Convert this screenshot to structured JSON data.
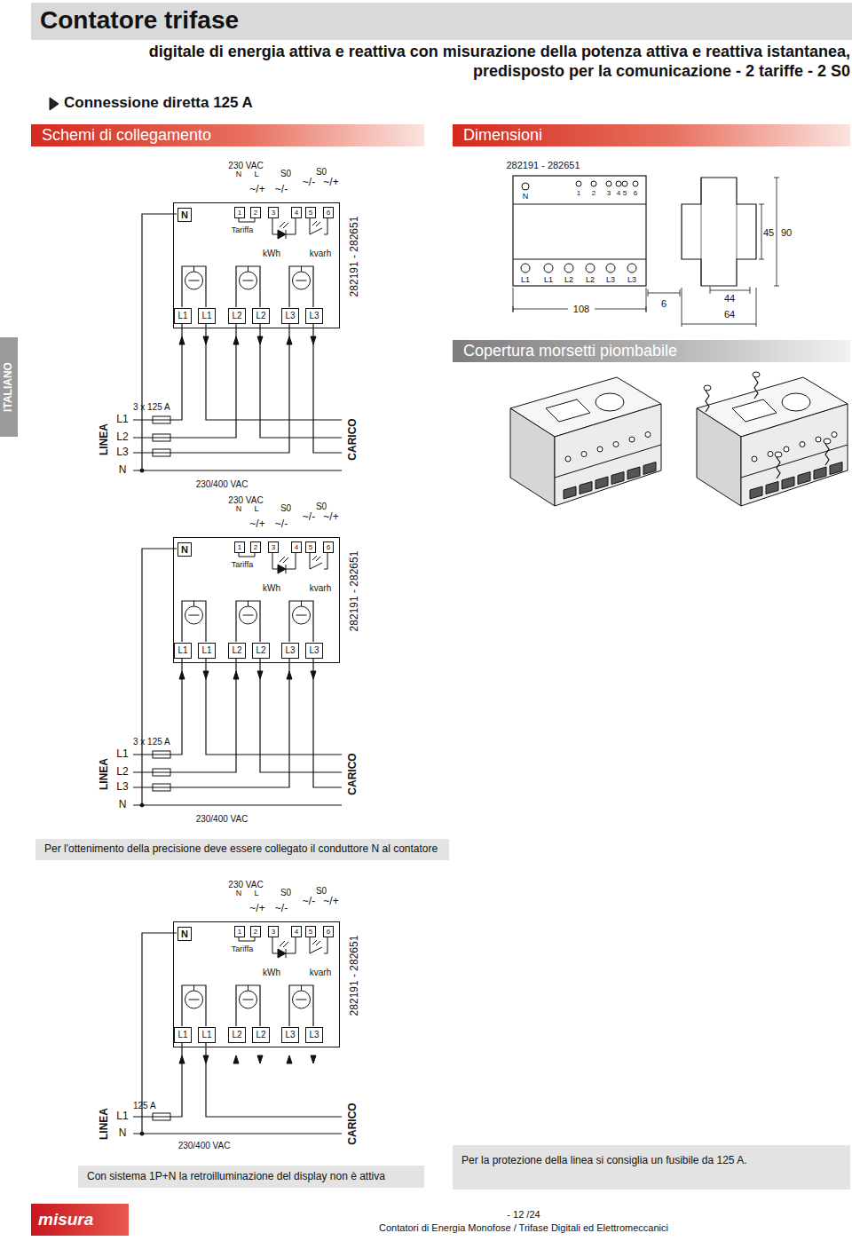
{
  "diagram": {
    "title": "Contatore trifase",
    "nodes": [
      {
        "text": [
          "Schemi di collegamento"
        ]
      },
      {
        "text": [
          "Dimensioni"
        ]
      },
      {
        "text": [
          "Copertura morsetti piombabile"
        ]
      },
      {
        "text": [
          "ITALIANO"
        ]
      },
      {
        "text": [
          "Tariffa",
          "kWh",
          "kvarh",
          "282191 - 282651"
        ]
      },
      {
        "text": [
          "N"
        ],
        "in": 4
      },
      {
        "text": [
          "1"
        ],
        "in": 4
      },
      {
        "text": [
          "2"
        ],
        "in": 4
      },
      {
        "text": [
          "3"
        ],
        "in": 4
      },
      {
        "text": [
          "4"
        ],
        "in": 4
      },
      {
        "text": [
          "5"
        ],
        "in": 4
      },
      {
        "text": [
          "6"
        ],
        "in": 4
      },
      {
        "text": [
          "L1"
        ],
        "in": 4
      },
      {
        "text": [
          "L1"
        ],
        "in": 4
      },
      {
        "text": [
          "L2"
        ],
        "in": 4
      },
      {
        "text": [
          "L2"
        ],
        "in": 4
      },
      {
        "text": [
          "L3"
        ],
        "in": 4
      },
      {
        "text": [
          "L3"
        ],
        "in": 4
      },
      {
        "text": [
          "Tariffa",
          "kWh",
          "kvarh",
          "282191 - 282651"
        ]
      },
      {
        "text": [
          "N"
        ],
        "in": 18
      },
      {
        "text": [
          "1"
        ],
        "in": 18
      },
      {
        "text": [
          "2"
        ],
        "in": 18
      },
      {
        "text": [
          "3"
        ],
        "in": 18
      },
      {
        "text": [
          "4"
        ],
        "in": 18
      },
      {
        "text": [
          "5"
        ],
        "in": 18
      },
      {
        "text": [
          "6"
        ],
        "in": 18
      },
      {
        "text": [
          "L1"
        ],
        "in": 18
      },
      {
        "text": [
          "L1"
        ],
        "in": 18
      },
      {
        "text": [
          "L2"
        ],
        "in": 18
      },
      {
        "text": [
          "L2"
        ],
        "in": 18
      },
      {
        "text": [
          "L3"
        ],
        "in": 18
      },
      {
        "text": [
          "L3"
        ],
        "in": 18
      },
      {
        "text": [
          "Tariffa",
          "kWh",
          "kvarh",
          "282191 - 282651"
        ]
      },
      {
        "text": [
          "N"
        ],
        "in": 32
      },
      {
        "text": [
          "1"
        ],
        "in": 32
      },
      {
        "text": [
          "2"
        ],
        "in": 32
      },
      {
        "text": [
          "3"
        ],
        "in": 32
      },
      {
        "text": [
          "4"
        ],
        "in": 32
      },
      {
        "text": [
          "5"
        ],
        "in": 32
      },
      {
        "text": [
          "6"
        ],
        "in": 32
      },
      {
        "text": [
          "L1"
        ],
        "in": 32
      },
      {
        "text": [
          "L1"
        ],
        "in": 32
      },
      {
        "text": [
          "L2"
        ],
        "in": 32
      },
      {
        "text": [
          "L2"
        ],
        "in": 32
      },
      {
        "text": [
          "L3"
        ],
        "in": 32
      },
      {
        "text": [
          "L3"
        ],
        "in": 32
      },
      {
        "text": [
          "Per l'ottenimento della precisione deve essere collegato il conduttore N al contatore"
        ]
      },
      {
        "text": [
          "Con sistema 1P+N la retroilluminazione del display non è attiva"
        ]
      },
      {
        "text": [
          "Per la protezione della linea si consiglia un fusibile da 125 A."
        ]
      },
      {
        "text": [
          "misura"
        ]
      }
    ],
    "labels": [
      "digitale di energia attiva e reattiva con misurazione della potenza attiva e reattiva istantanea, predisposto per la comunicazione - 2 tariffe - 2 S0",
      "Connessione diretta 125 A",
      "282191 - 282651",
      "N",
      "1",
      "2",
      "3",
      "4",
      "5",
      "6",
      "L1",
      "L1",
      "L2",
      "L2",
      "L3",
      "L3",
      "108",
      "6",
      "44",
      "64",
      "45",
      "90",
      "230 VAC",
      "N",
      "L",
      "S0",
      "~/+",
      "~/-",
      "S0",
      "~/-",
      "~/+",
      "LINEA",
      "L1",
      "L2",
      "L3",
      "N",
      "3 x 125 A",
      "230/400 VAC",
      "CARICO",
      "230 VAC",
      "N",
      "L",
      "S0",
      "~/+",
      "~/-",
      "S0",
      "~/-",
      "~/+",
      "LINEA",
      "L1",
      "L2",
      "L3",
      "N",
      "3 x 125 A",
      "230/400 VAC",
      "CARICO",
      "230 VAC",
      "N",
      "L",
      "S0",
      "~/+",
      "~/-",
      "S0",
      "~/-",
      "~/+",
      "LINEA",
      "L1",
      "N",
      "125 A",
      "230/400 VAC",
      "CARICO",
      "- 12 /24",
      "Contatori di Energia Monofose / Trifase Digitali ed Elettromeccanici"
    ]
  }
}
